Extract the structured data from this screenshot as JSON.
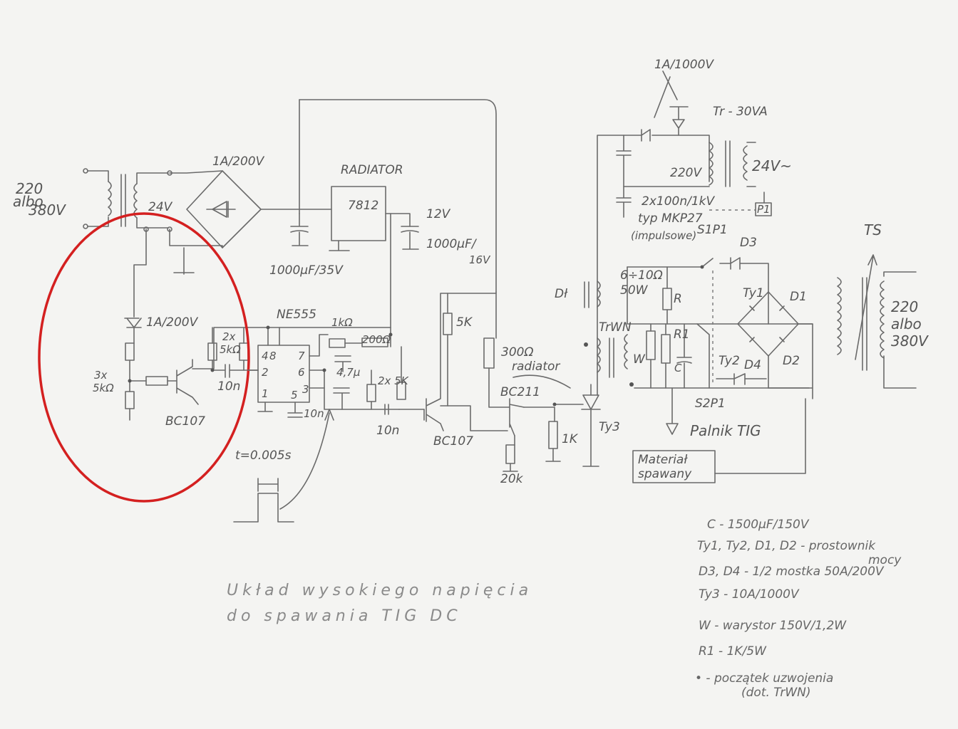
{
  "highlight_color": "#d42020",
  "ink_color": "#6a6a6a",
  "labels": {
    "mains_left": [
      "220",
      "albo",
      "380V"
    ],
    "sec_24v": "24V",
    "bridge_rating": "1A/200V",
    "regulator": "7812",
    "radiator": "RADIATOR",
    "cap_in": "1000µF/35V",
    "v12": "12V",
    "cap_out": "1000µF/",
    "cap_out_v": "16V",
    "diode_1a": "1A/200V",
    "res_3x": "3x",
    "res_5k": "5kΩ",
    "bc107_left": "BC107",
    "ne555": "NE555",
    "r_1k": "1kΩ",
    "r_200": "200Ω",
    "res_2x": "2x",
    "res_2x_5k": "5kΩ",
    "pin_4": "4",
    "pin_8": "8",
    "pin_7": "7",
    "pin_2": "2",
    "pin_6": "6",
    "pin_1": "1",
    "pin_5": "5",
    "pin_3": "3",
    "cap_10n_a": "10n",
    "cap_10n_b": "10n",
    "cap_10n_c": "10n",
    "cap_4u7": "4,7µ",
    "res_2x5k_b": "2x\n5K",
    "r_5k": "5K",
    "pulse_time": "t=0.005s",
    "bc107_right": "BC107",
    "bc211": "BC211",
    "r_300": "300Ω",
    "radiator_small": "radiator",
    "r_20k": "20k",
    "r_1k_b": "1K",
    "ty3": "Ty3",
    "dl": "Dł",
    "trwn": "TrWN",
    "w": "W",
    "r": "R",
    "r1": "R1",
    "c": "C",
    "r_6_10": "6÷10Ω",
    "r_50w": "50W",
    "diode_1a_1000": "1A/1000V",
    "tr_30va": "Tr - 30VA",
    "v220": "220V",
    "v24_ac": "24V~",
    "caps_2x100n": "2x100n/1kV",
    "typ_mkp": "typ MKP27",
    "impulsowe": "(impulsowe)",
    "p1": "P1",
    "s1p1": "S1P1",
    "s2p1": "S2P1",
    "d3": "D3",
    "d4": "D4",
    "d1": "D1",
    "d2": "D2",
    "ty1": "Ty1",
    "ty2": "Ty2",
    "ts": "TS",
    "mains_right": [
      "220",
      "albo",
      "380V"
    ],
    "palnik": "Palnik TIG",
    "material": [
      "Materiał",
      "spawany"
    ]
  },
  "title": [
    "Układ wysokiego napięcia",
    "do spawania TIG DC"
  ],
  "notes": [
    "C - 1500µF/150V",
    "Ty1, Ty2, D1, D2 - prostownik",
    "mocy",
    "D3, D4 - 1/2 mostka 50A/200V",
    "Ty3 - 10A/1000V",
    "W - warystor 150V/1,2W",
    "R1 - 1K/5W",
    "• - początek uzwojenia",
    "(dot. TrWN)"
  ]
}
